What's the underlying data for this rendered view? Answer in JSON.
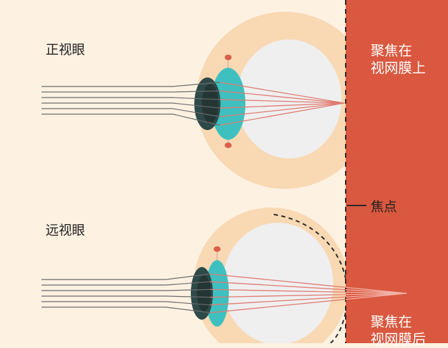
{
  "labels": {
    "normal_eye": "正视眼",
    "far_eye": "远视眼",
    "focus_on_retina_line1": "聚焦在",
    "focus_on_retina_line2": "视网膜上",
    "focal_point": "焦点",
    "focus_behind_line1": "聚焦在",
    "focus_behind_line2": "视网膜后"
  },
  "colors": {
    "background": "#fdf1e2",
    "retina_band": "#d9583f",
    "sclera": "#f8d9b4",
    "eyeball": "#efeff0",
    "lens": "#3fc0c0",
    "iris": "#2d4a48",
    "light_ray": "#6a6a6a",
    "refracted_ray": "#e07a70"
  }
}
